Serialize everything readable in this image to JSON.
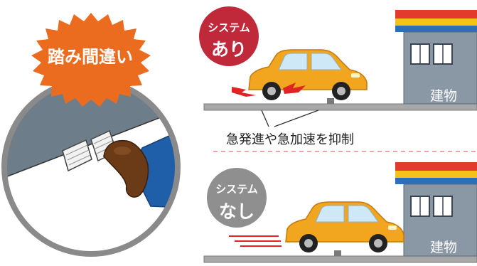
{
  "burst_label": "踏み間違い",
  "with_system": {
    "line1": "システム",
    "line2": "あり"
  },
  "without_system": {
    "line1": "システム",
    "line2": "なし"
  },
  "building_label": "建物",
  "caption": "急発進や急加速を抑制",
  "colors": {
    "burst": "#ec6c1f",
    "with_badge": "#c0293a",
    "without_badge": "#8f8f8f",
    "car_body": "#f2a51f",
    "building": "#8a97a5",
    "stripe_blue": "#2b6fb8",
    "stripe_yellow": "#f5c21a",
    "stripe_red": "#e23b2e",
    "road": "#a8a8a8",
    "divider": "#f2a3a3"
  }
}
